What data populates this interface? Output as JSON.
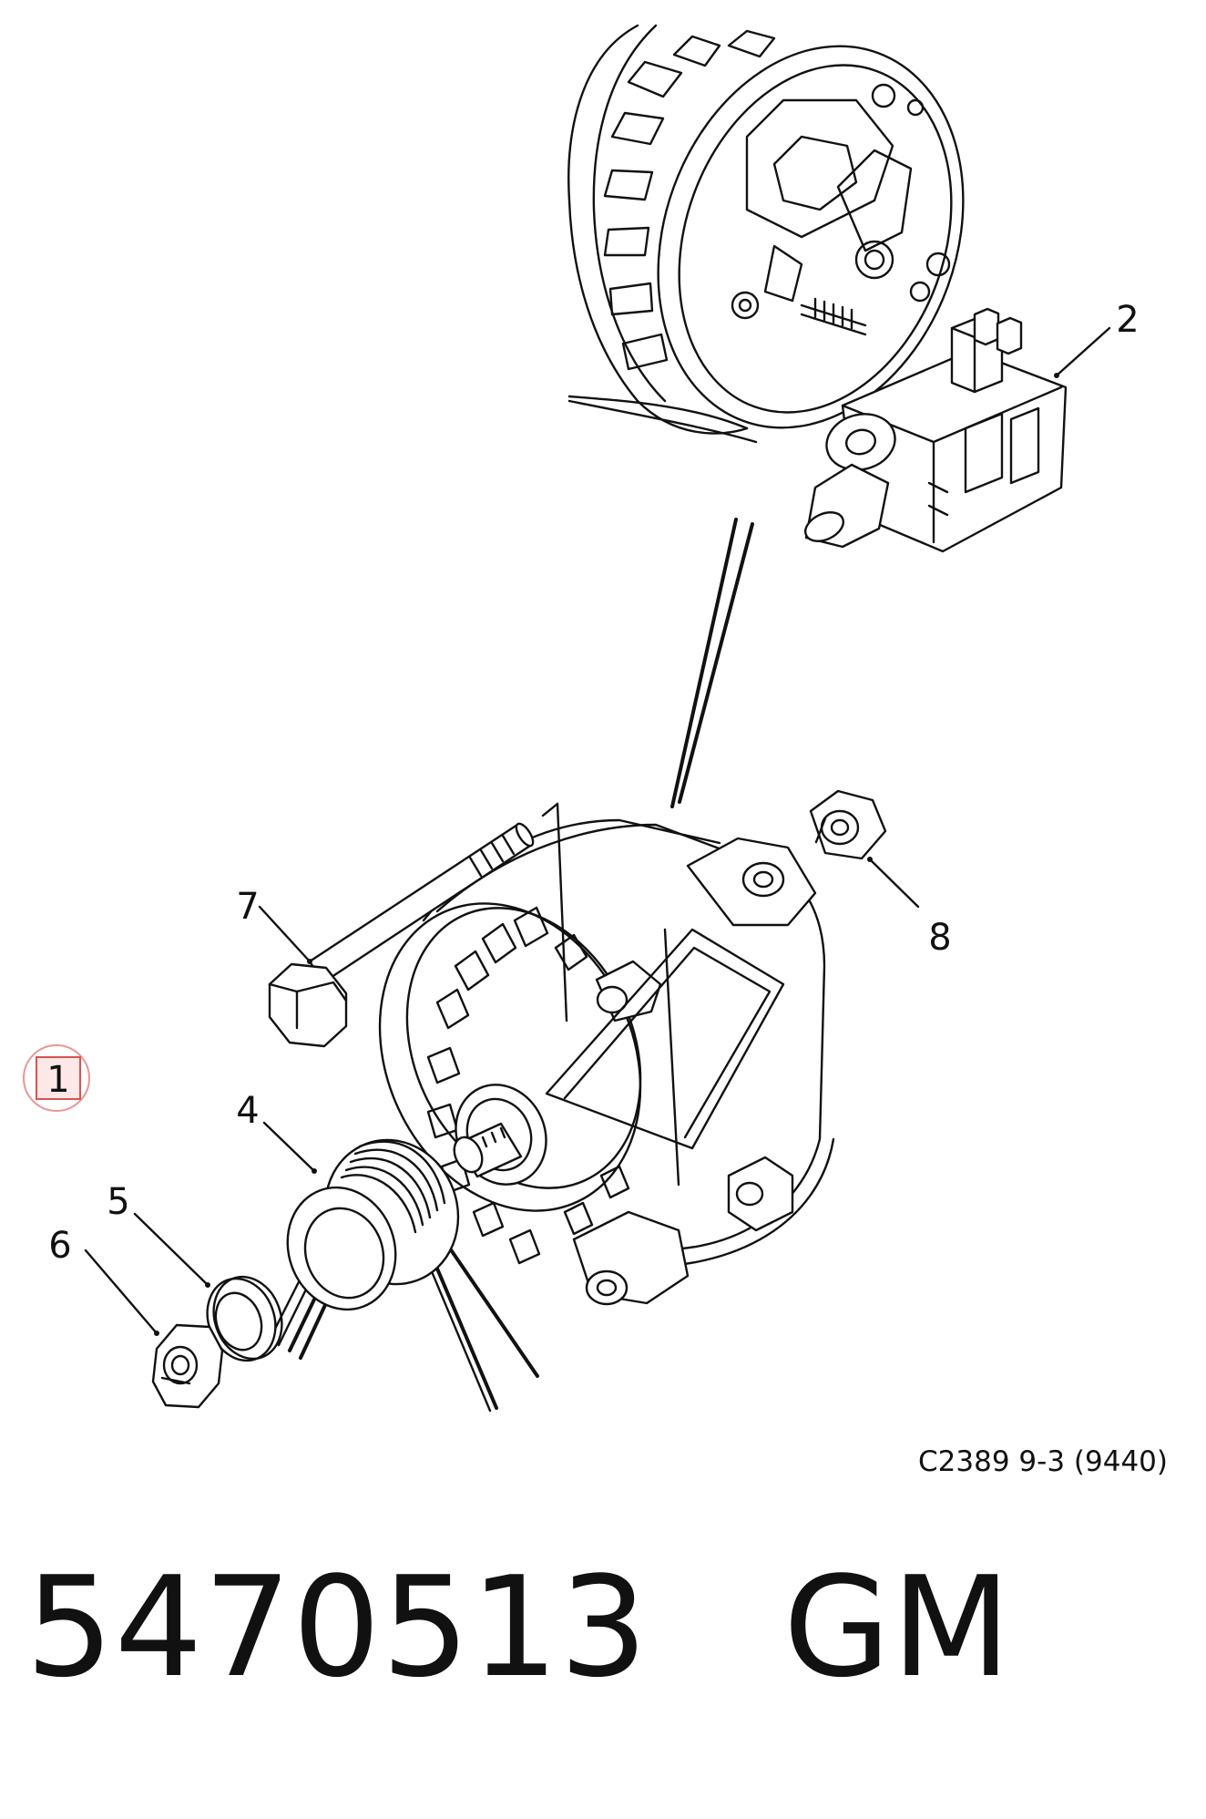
{
  "callouts": [
    {
      "label": "1",
      "highlighted": true
    },
    {
      "label": "2"
    },
    {
      "label": "4"
    },
    {
      "label": "5"
    },
    {
      "label": "6"
    },
    {
      "label": "7"
    },
    {
      "label": "8"
    }
  ],
  "caption": "C2389 9-3 (9440)",
  "part_number": "5470513   GM",
  "colors": {
    "highlight_stroke": "#d9534f",
    "highlight_fill": "#fde8e8",
    "line": "#111111"
  }
}
